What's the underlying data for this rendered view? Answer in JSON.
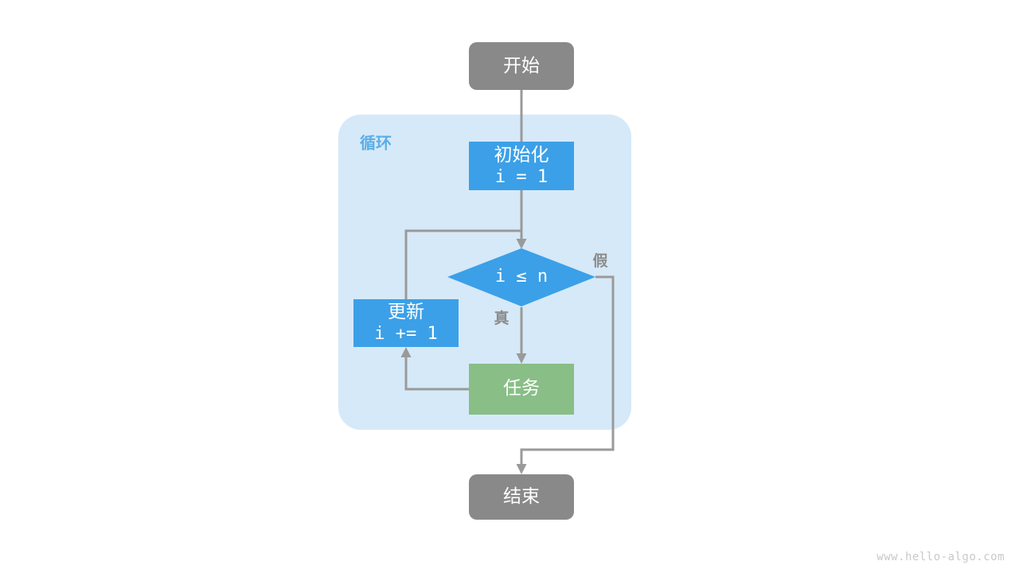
{
  "diagram": {
    "title_watermark": "www.hello-algo.com",
    "group": {
      "label": "循环",
      "color": "#d6e9f8",
      "label_color": "#5aaee8"
    },
    "colors": {
      "terminal": "#898989",
      "process": "#3ba0e8",
      "task": "#89be87",
      "connector": "#9a9a9a",
      "text_on_node": "#ffffff",
      "edge_label": "#8c8c8c",
      "background": "#ffffff"
    },
    "nodes": {
      "start": {
        "label": "开始"
      },
      "init": {
        "label_line1": "初始化",
        "label_line2": "i = 1"
      },
      "condition": {
        "label": "i ≤ n"
      },
      "update": {
        "label_line1": "更新",
        "label_line2": "i += 1"
      },
      "task": {
        "label": "任务"
      },
      "end": {
        "label": "结束"
      }
    },
    "edges": {
      "true_label": "真",
      "false_label": "假"
    }
  }
}
